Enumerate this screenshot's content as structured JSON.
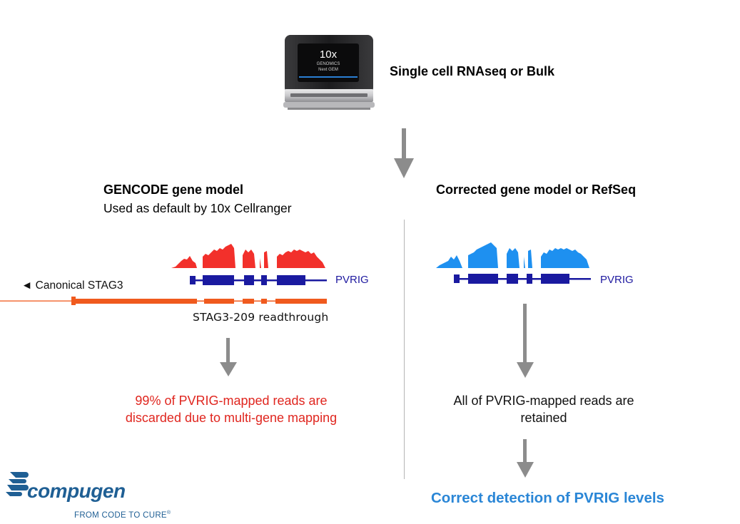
{
  "header": {
    "device_screen_brand": "10x",
    "device_screen_sub": "GENOMICS",
    "device_screen_model": "Next GEM",
    "title": "Single cell RNAseq or Bulk"
  },
  "left": {
    "title": "GENCODE gene model",
    "subtitle": "Used as default by 10x Cellranger",
    "gene_label": "PVRIG",
    "canonical_label": "◄ Canonical STAG3",
    "readthrough_label": "STAG3-209 readthrough",
    "result_line1": "99% of PVRIG-mapped reads are",
    "result_line2": "discarded due to multi-gene mapping"
  },
  "right": {
    "title": "Corrected gene model or RefSeq",
    "gene_label": "PVRIG",
    "result_line1": "All of PVRIG-mapped reads are",
    "result_line2": "retained",
    "final": "Correct detection of PVRIG levels"
  },
  "logo": {
    "name": "compugen",
    "tagline": "FROM CODE TO CURE",
    "tagline_mark": "®"
  },
  "colors": {
    "coverage_left": "#f2302b",
    "coverage_right": "#1e90f0",
    "gene_model": "#1a1aa0",
    "readthrough": "#f05a1e",
    "arrow": "#8c8c8c",
    "final_text": "#2a86d6",
    "logo": "#1f5f94"
  }
}
